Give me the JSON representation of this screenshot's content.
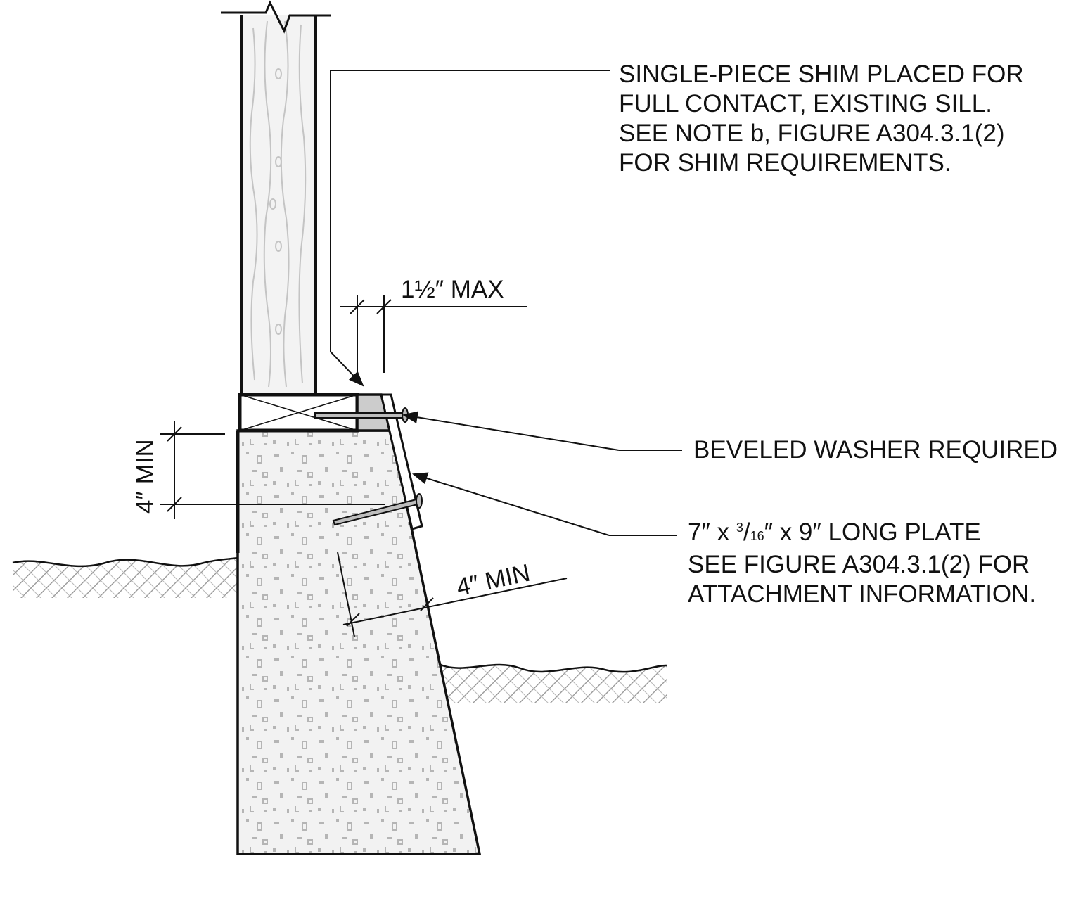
{
  "callouts": {
    "shim": {
      "lines": [
        "SINGLE-PIECE SHIM PLACED FOR",
        "FULL CONTACT, EXISTING SILL.",
        "SEE NOTE b, FIGURE A304.3.1(2)",
        "FOR SHIM REQUIREMENTS."
      ]
    },
    "washer": {
      "text": "BEVELED WASHER REQUIRED"
    },
    "plate": {
      "line1_a": "7″ x ",
      "line1_num": "3",
      "line1_slash": "/",
      "line1_den": "16",
      "line1_b": "″ x 9″ LONG PLATE",
      "line2": "SEE FIGURE A304.3.1(2) FOR",
      "line3": "ATTACHMENT INFORMATION."
    }
  },
  "dimensions": {
    "shim_max": "1½″ MAX",
    "embed_min": "4″ MIN",
    "edge_min": "4″ MIN"
  },
  "colors": {
    "ink": "#111111",
    "concrete_fill": "#f2f2f2",
    "concrete_speckle": "#b5b5b5",
    "wood_fill": "#f3f3f3",
    "wood_grain": "#c4c4c4",
    "shim_fill": "#cccccc",
    "soil_hatch": "#9a9a9a"
  }
}
